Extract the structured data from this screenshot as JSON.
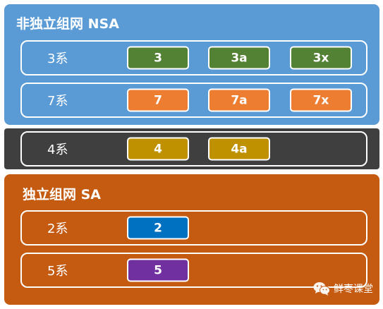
{
  "colors": {
    "nsa_bg": "#5B9BD5",
    "lte_bg": "#3F3F3F",
    "sa_bg": "#C55A11",
    "chip_green": "#548235",
    "chip_orange": "#ED7D31",
    "chip_gold": "#BF9000",
    "chip_blue": "#0070C0",
    "chip_purple": "#7030A0"
  },
  "nsa": {
    "title": "非独立组网 NSA",
    "rows": [
      {
        "label": "3系",
        "chips": [
          "3",
          "3a",
          "3x"
        ]
      },
      {
        "label": "7系",
        "chips": [
          "7",
          "7a",
          "7x"
        ]
      }
    ]
  },
  "lte": {
    "rows": [
      {
        "label": "4系",
        "chips": [
          "4",
          "4a"
        ]
      }
    ]
  },
  "sa": {
    "title": "独立组网 SA",
    "rows": [
      {
        "label": "2系",
        "chips": [
          "2"
        ]
      },
      {
        "label": "5系",
        "chips": [
          "5"
        ]
      }
    ]
  },
  "watermark": {
    "text": "鲜枣课堂",
    "icon": "wechat-icon"
  }
}
